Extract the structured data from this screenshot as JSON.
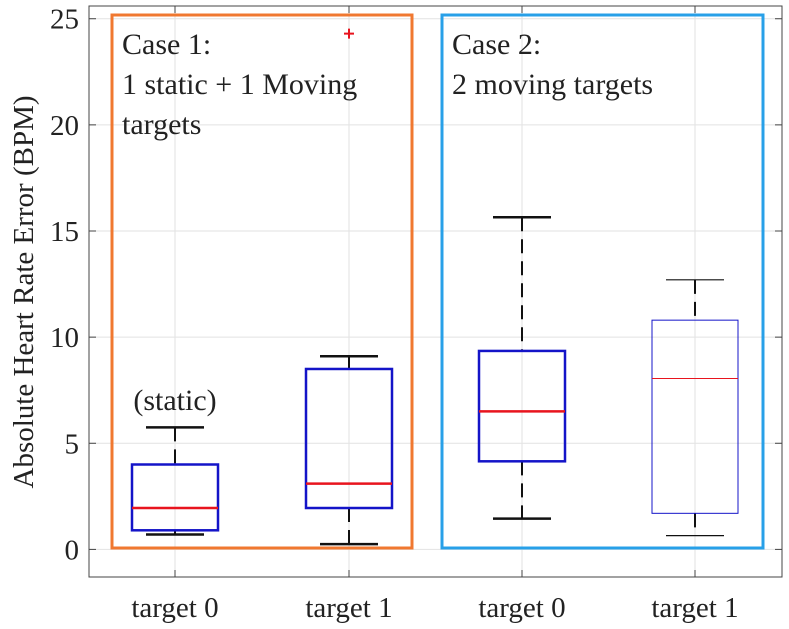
{
  "chart_data": {
    "type": "box",
    "ylabel": "Absolute Heart Rate Error (BPM)",
    "ylim": [
      -1.3,
      25.6
    ],
    "yticks": [
      0,
      5,
      10,
      15,
      20,
      25
    ],
    "grid": true,
    "categories": [
      "target 0",
      "target 1",
      "target 0",
      "target 1"
    ],
    "boxes": [
      {
        "whisker_low": 0.7,
        "q1": 0.9,
        "median": 1.95,
        "q3": 4.0,
        "whisker_high": 5.75,
        "outliers": []
      },
      {
        "whisker_low": 0.25,
        "q1": 1.95,
        "median": 3.1,
        "q3": 8.5,
        "whisker_high": 9.1,
        "outliers": [
          24.3
        ]
      },
      {
        "whisker_low": 1.45,
        "q1": 4.15,
        "median": 6.5,
        "q3": 9.35,
        "whisker_high": 15.65,
        "outliers": []
      },
      {
        "whisker_low": 0.65,
        "q1": 1.7,
        "median": 8.05,
        "q3": 10.8,
        "whisker_high": 12.7,
        "outliers": []
      }
    ],
    "annotations": {
      "case1_title": "Case 1:",
      "case1_line1": "1 static + 1 Moving",
      "case1_line2": "targets",
      "case2_title": "Case 2:",
      "case2_line1": "2 moving targets",
      "static_label": "(static)"
    },
    "colors": {
      "box": "#1414c8",
      "median": "#e8141e",
      "whisker": "#111111",
      "outlier": "#e8141e",
      "case1_frame": "#f07830",
      "case2_frame": "#28a0e8",
      "grid": "#e2e2e2",
      "axis": "#444444"
    }
  }
}
